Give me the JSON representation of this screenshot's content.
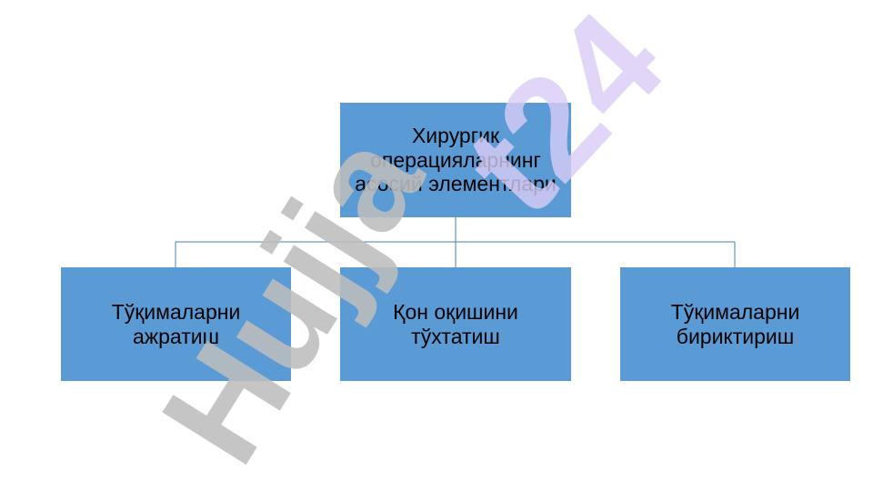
{
  "diagram": {
    "root": {
      "label": "Хирургик операцияларнинг асосий элементлари"
    },
    "children": [
      {
        "label": "Тўқималарни ажратиш"
      },
      {
        "label": "Қон оқишини тўхтатиш"
      },
      {
        "label": "Тўқималарни бириктириш"
      }
    ]
  },
  "watermark": {
    "text": "Hujjat24",
    "colors": {
      "gray": "#bdbdbd",
      "lavender": "#d9ccf5"
    }
  },
  "colors": {
    "node_fill": "#5b9bd5",
    "connector": "#4a7fb5",
    "text": "#000000"
  }
}
